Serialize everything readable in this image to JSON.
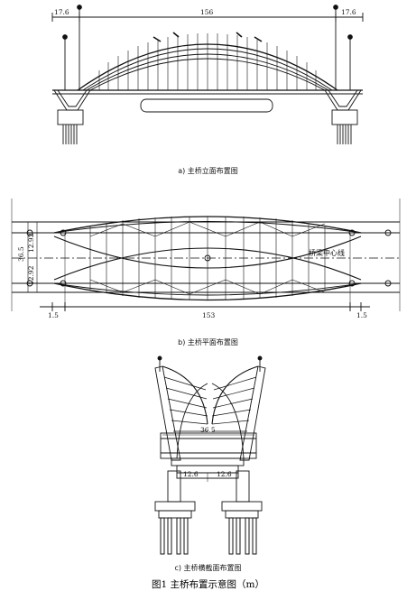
{
  "elevation": {
    "caption": "a) 主桥立面布置图",
    "dims": {
      "left": "17.6",
      "main": "156",
      "right": "17.6"
    }
  },
  "plan": {
    "caption": "b) 主桥平面布置图",
    "centerline_label": "桥梁中心线",
    "dims": {
      "width_total": "36.5",
      "half_a": "12.92",
      "half_b": "12.92",
      "left": "1.5",
      "main": "153",
      "right": "1.5"
    }
  },
  "section": {
    "caption": "c) 主桥横截面布置图",
    "dims": {
      "deck_width": "36.5",
      "left": "12.6",
      "right": "12.6"
    }
  },
  "figure_title": "图1 主桥布置示意图（m）"
}
